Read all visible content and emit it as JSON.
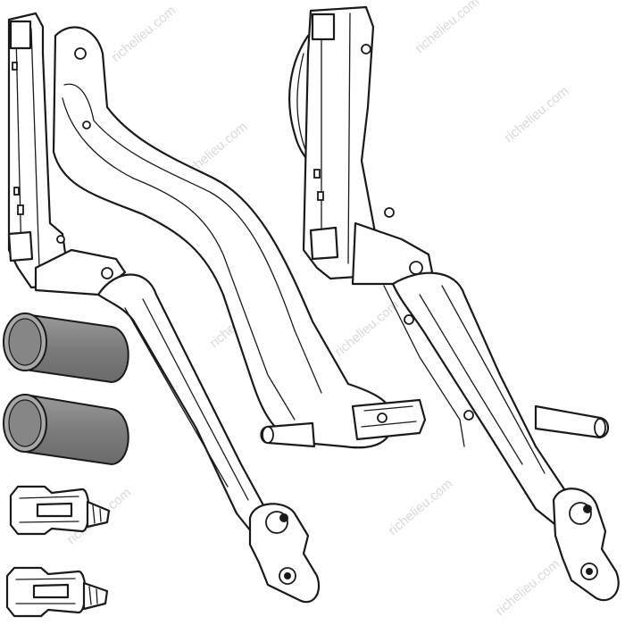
{
  "watermark": {
    "text": "richelieu.com",
    "color": "#d8d8d8"
  },
  "colors": {
    "line": "#1a1a1a",
    "background": "#ffffff",
    "tube_fill": "#8a8a8a",
    "tube_highlight": "#b4b4b4"
  },
  "parts": {
    "left_mechanism": {
      "icon": "lift-mechanism-left"
    },
    "right_mechanism": {
      "icon": "lift-mechanism-right"
    },
    "sleeves": {
      "count": 2,
      "icon": "cylindrical-sleeve"
    },
    "clips": {
      "count": 2,
      "icon": "mounting-clip"
    }
  }
}
